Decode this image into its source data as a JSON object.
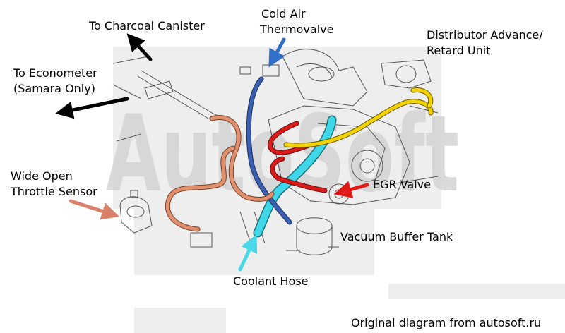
{
  "labels": {
    "charcoal": "To Charcoal Canister",
    "coldair1": "Cold Air",
    "coldair2": "Thermovalve",
    "distributor1": "Distributor Advance/",
    "distributor2": "Retard Unit",
    "econometer1": "To Econometer",
    "econometer2": "(Samara Only)",
    "wot1": "Wide Open",
    "wot2": "Throttle Sensor",
    "egr": "EGR Valve",
    "buffer": "Vacuum Buffer Tank",
    "coolant": "Coolant Hose",
    "credit": "Original diagram from autosoft.ru"
  },
  "watermark": "AutoSoft",
  "colors": {
    "vacuum_hose_blue": "#3a5fb0",
    "coolant_hose_cyan": "#40d8e8",
    "orange_hose": "#e0906c",
    "red_hose": "#d81a1a",
    "yellow_hose": "#f2d200",
    "arrow_black": "#000000",
    "arrow_blue": "#3070c8",
    "arrow_orange": "#d8806a",
    "arrow_red": "#e01818",
    "arrow_cyan": "#48d8e8"
  }
}
